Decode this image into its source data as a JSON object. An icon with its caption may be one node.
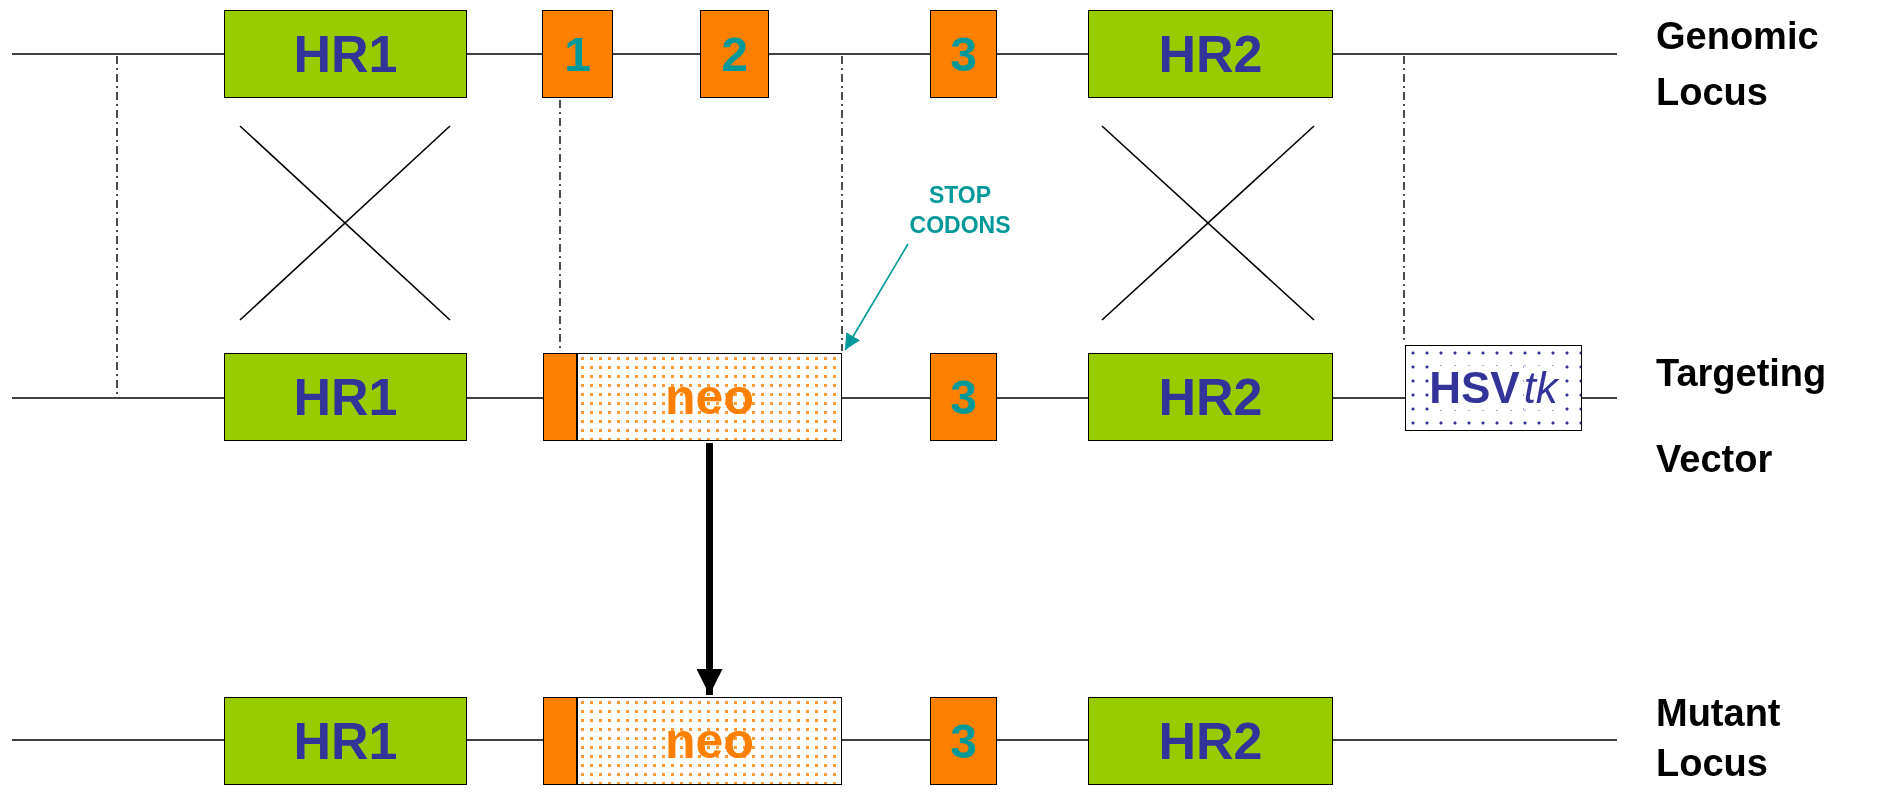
{
  "diagram": {
    "nodes": [
      {
        "text": [
          "HR1"
        ]
      },
      {
        "text": [
          "1"
        ]
      },
      {
        "text": [
          "2"
        ]
      },
      {
        "text": [
          "3"
        ]
      },
      {
        "text": [
          "HR2"
        ]
      },
      {
        "text": [
          "STOP CODONS"
        ]
      },
      {
        "text": [
          "HR1"
        ]
      },
      {
        "text": [],
        "shape": "box"
      },
      {
        "text": [
          "neo"
        ]
      },
      {
        "text": [
          "3"
        ]
      },
      {
        "text": [
          "HR2"
        ]
      },
      {
        "text": [
          "HSV",
          "tk"
        ]
      },
      {
        "text": [
          "HR1"
        ]
      },
      {
        "text": [],
        "shape": "box"
      },
      {
        "text": [
          "neo"
        ]
      },
      {
        "text": [
          "3"
        ]
      },
      {
        "text": [
          "HR2"
        ]
      }
    ],
    "edges": [
      {
        "from": 5,
        "to": 8,
        "arrow": "to",
        "color": "#009999"
      },
      {
        "from": 8,
        "to": 14,
        "arrow": "to",
        "style": "thick"
      },
      {
        "from": 1,
        "to": 7,
        "arrow": "none",
        "style": "dashed"
      },
      {
        "from": null,
        "to": 0,
        "arrow": "none"
      },
      {
        "from": 0,
        "to": 1,
        "arrow": "none"
      },
      {
        "from": 1,
        "to": 2,
        "arrow": "none"
      },
      {
        "from": 2,
        "to": 3,
        "arrow": "none"
      },
      {
        "from": 3,
        "to": 4,
        "arrow": "none"
      },
      {
        "from": 4,
        "to": null,
        "arrow": "none"
      },
      {
        "from": null,
        "to": 6,
        "arrow": "none"
      },
      {
        "from": 6,
        "to": 7,
        "arrow": "none"
      },
      {
        "from": 8,
        "to": 9,
        "arrow": "none"
      },
      {
        "from": 9,
        "to": 10,
        "arrow": "none"
      },
      {
        "from": 10,
        "to": 11,
        "arrow": "none"
      },
      {
        "from": 11,
        "to": null,
        "arrow": "none"
      },
      {
        "from": null,
        "to": 12,
        "arrow": "none"
      },
      {
        "from": 12,
        "to": 13,
        "arrow": "none"
      },
      {
        "from": 14,
        "to": 15,
        "arrow": "none"
      },
      {
        "from": 15,
        "to": 16,
        "arrow": "none"
      },
      {
        "from": 16,
        "to": null,
        "arrow": "none"
      },
      {
        "from": null,
        "to": 8,
        "arrow": "none",
        "style": "dashed"
      },
      {
        "from": null,
        "to": 11,
        "arrow": "none",
        "style": "dashed"
      }
    ],
    "labels": [
      "Genomic Locus",
      "Targeting Vector",
      "Mutant Locus"
    ]
  }
}
